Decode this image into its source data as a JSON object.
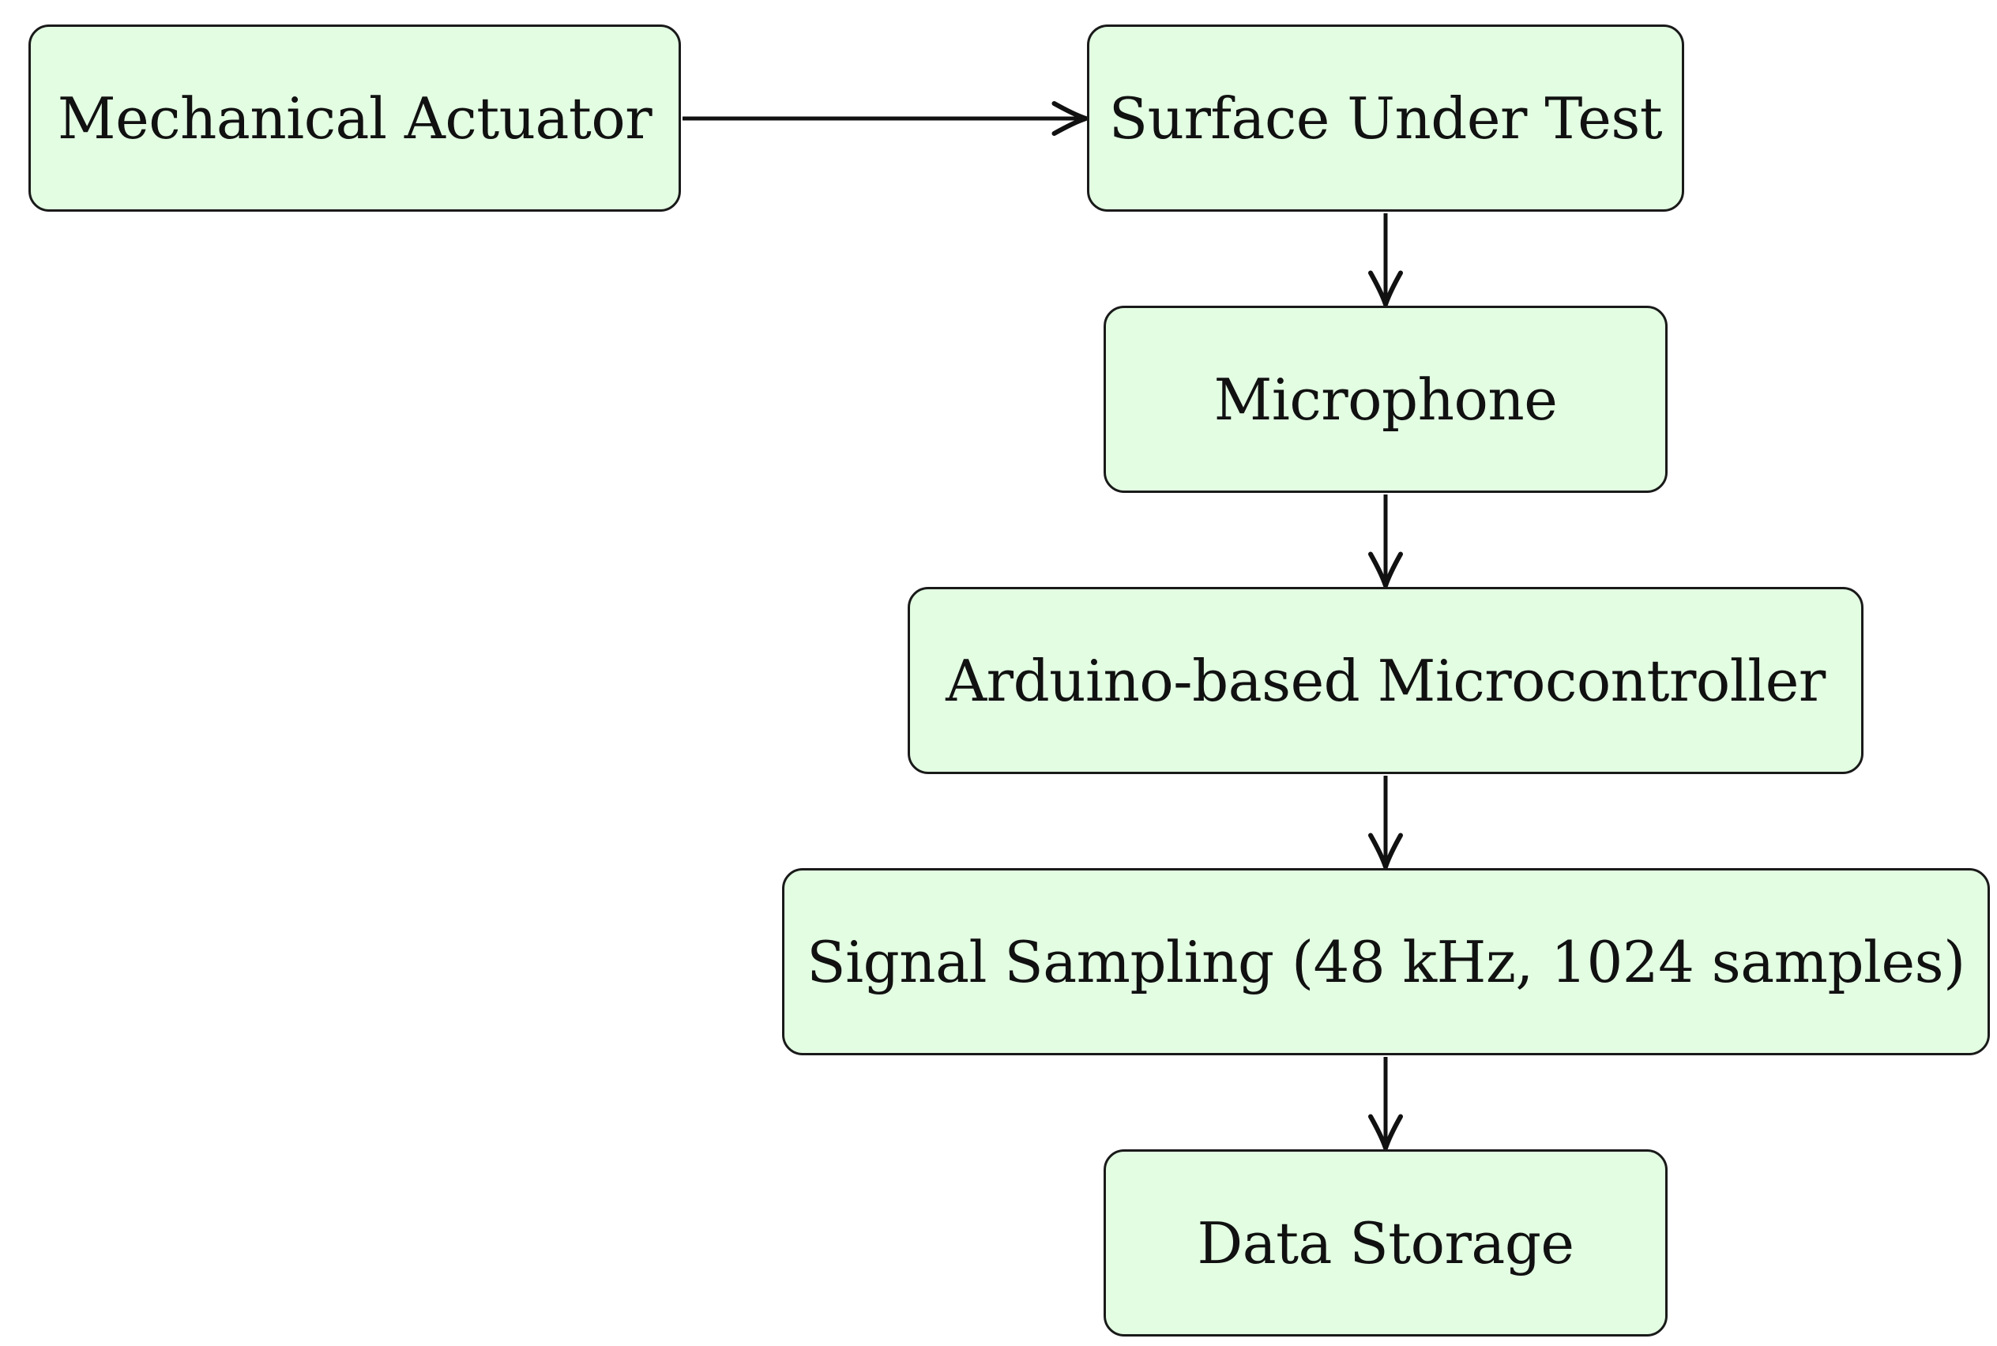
{
  "diagram": {
    "nodes": [
      {
        "id": "actuator",
        "label": "Mechanical Actuator"
      },
      {
        "id": "surface",
        "label": "Surface Under Test"
      },
      {
        "id": "mic",
        "label": "Microphone"
      },
      {
        "id": "arduino",
        "label": "Arduino-based Microcontroller"
      },
      {
        "id": "sampling",
        "label": "Signal Sampling (48 kHz, 1024 samples)"
      },
      {
        "id": "storage",
        "label": "Data Storage"
      }
    ],
    "edges": [
      {
        "from": "actuator",
        "to": "surface"
      },
      {
        "from": "surface",
        "to": "mic"
      },
      {
        "from": "mic",
        "to": "arduino"
      },
      {
        "from": "arduino",
        "to": "sampling"
      },
      {
        "from": "sampling",
        "to": "storage"
      }
    ],
    "colors": {
      "node_fill": "#e2fde2",
      "node_border": "#1a1a1a",
      "arrow": "#111111",
      "background": "#ffffff"
    }
  }
}
